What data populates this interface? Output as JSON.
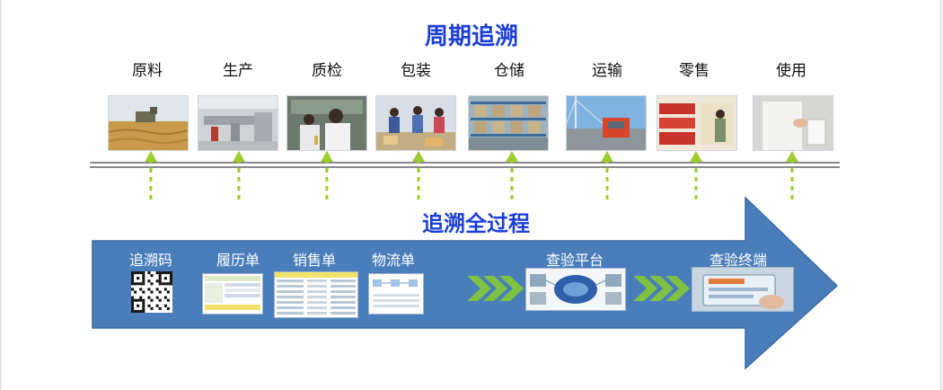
{
  "header": {
    "title": "周期追溯"
  },
  "stages": [
    {
      "label": "原料",
      "icon": "wheat-field-photo"
    },
    {
      "label": "生产",
      "icon": "factory-line-photo"
    },
    {
      "label": "质检",
      "icon": "lab-inspection-photo"
    },
    {
      "label": "包装",
      "icon": "packaging-workers-photo"
    },
    {
      "label": "仓储",
      "icon": "warehouse-shelves-photo"
    },
    {
      "label": "运输",
      "icon": "truck-bridge-photo"
    },
    {
      "label": "零售",
      "icon": "retail-shelf-photo"
    },
    {
      "label": "使用",
      "icon": "consumer-use-photo"
    }
  ],
  "process": {
    "title": "追溯全过程",
    "items": [
      {
        "label": "追溯码",
        "icon": "qr-code-icon"
      },
      {
        "label": "履历单",
        "icon": "record-sheet-thumbnail"
      },
      {
        "label": "销售单",
        "icon": "sales-table-thumbnail"
      },
      {
        "label": "物流单",
        "icon": "logistics-flow-thumbnail"
      },
      {
        "label": "查验平台",
        "icon": "inspection-platform-thumbnail"
      },
      {
        "label": "查验终端",
        "icon": "inspection-terminal-photo"
      }
    ]
  },
  "colors": {
    "title_blue": "#1d3fd8",
    "arrow_blue": "#4a7ebb",
    "arrow_border": "#3a6aa3",
    "dashed_arrow_green": "#9ccc2e",
    "chevron_green": "#7dc242",
    "timeline_gray": "#8a8a8a"
  }
}
